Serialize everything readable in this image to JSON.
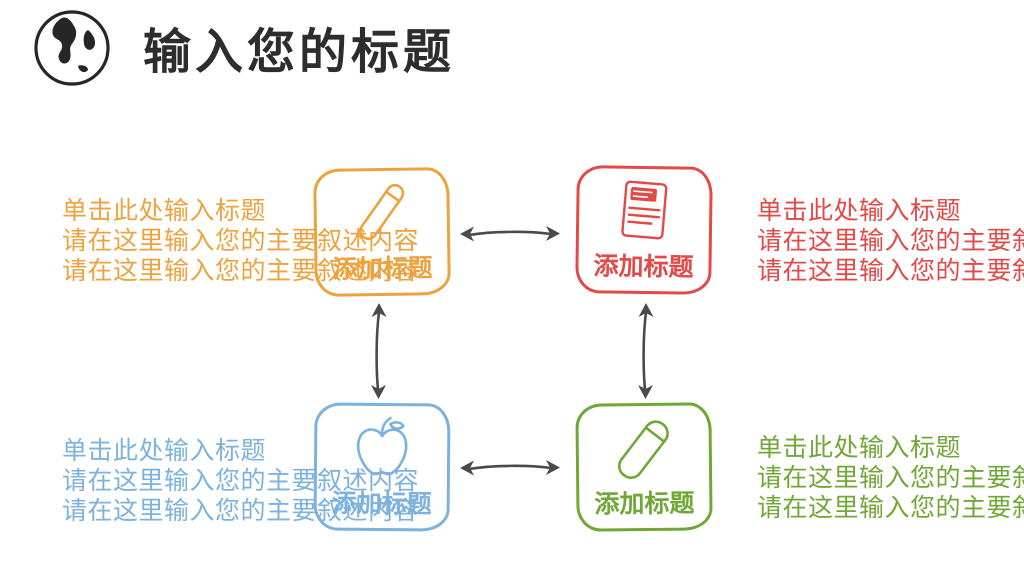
{
  "slide": {
    "title": "输入您的标题"
  },
  "colors": {
    "title_ink": "#2d2d2d",
    "arrow": "#4a4a4a",
    "orange": "#eca33f",
    "red": "#e24a48",
    "blue": "#7db1de",
    "green": "#70a737"
  },
  "boxes": [
    {
      "id": "orange",
      "icon": "chalk-icon",
      "label": "添加标题"
    },
    {
      "id": "red",
      "icon": "book-icon",
      "label": "添加标题"
    },
    {
      "id": "blue",
      "icon": "apple-icon",
      "label": "添加标题"
    },
    {
      "id": "green",
      "icon": "eraser-icon",
      "label": "添加标题"
    }
  ],
  "text_blocks": [
    {
      "id": "orange",
      "lines": [
        "单击此处输入标题",
        "请在这里输入您的主要叙述内容",
        "请在这里输入您的主要叙述内容"
      ]
    },
    {
      "id": "red",
      "lines": [
        "单击此处输入标题",
        "请在这里输入您的主要叙述内容",
        "请在这里输入您的主要叙述内容"
      ]
    },
    {
      "id": "blue",
      "lines": [
        "单击此处输入标题",
        "请在这里输入您的主要叙述内容",
        "请在这里输入您的主要叙述内容"
      ]
    },
    {
      "id": "green",
      "lines": [
        "单击此处输入标题",
        "请在这里输入您的主要叙述内容",
        "请在这里输入您的主要叙述内容"
      ]
    }
  ]
}
